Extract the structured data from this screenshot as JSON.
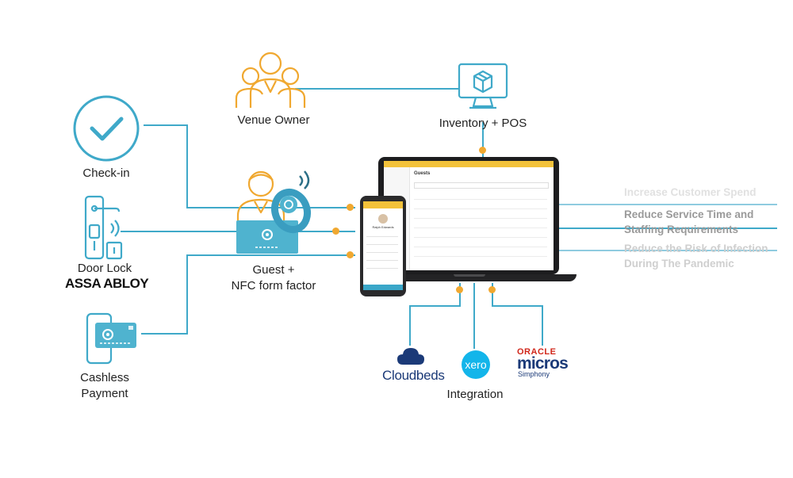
{
  "labels": {
    "venue_owner": "Venue Owner",
    "inventory_pos": "Inventory + POS",
    "check_in": "Check-in",
    "door_lock": "Door Lock",
    "assa_abloy": "ASSA ABLOY",
    "guest_line1": "Guest +",
    "guest_line2": "NFC form factor",
    "cashless_line1": "Cashless",
    "cashless_line2": "Payment",
    "integration": "Integration"
  },
  "benefits": [
    {
      "line1": "Increase Customer Spend",
      "line2": ""
    },
    {
      "line1": "Reduce Service Time and",
      "line2": "Staffing Requirements"
    },
    {
      "line1": "Reduce the Risk of Infection",
      "line2": "During The Pandemic"
    }
  ],
  "screen": {
    "title": "Guests"
  },
  "phone": {
    "name": "Ralph Edwards"
  },
  "integrations": {
    "cloudbeds": "Cloudbeds",
    "xero": "xero",
    "oracle": "ORACLE",
    "micros": "micros",
    "simphony": "Simphony"
  },
  "colors": {
    "line": "#3fa9c9",
    "accent": "#f0a830",
    "icon_blue": "#3fa9c9",
    "icon_orange": "#f0a830"
  },
  "icons": [
    "people-group-icon",
    "monitor-box-icon",
    "checkmark-circle-icon",
    "door-lock-icon",
    "guest-wristband-icon",
    "card-phone-icon"
  ]
}
